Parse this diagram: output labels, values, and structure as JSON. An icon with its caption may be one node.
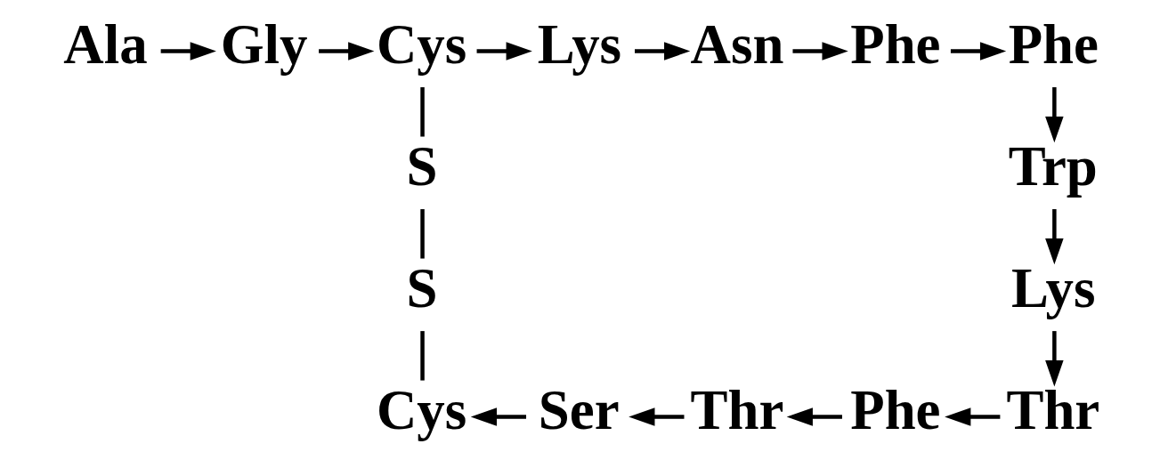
{
  "diagram": {
    "nodes": [
      {
        "text": [
          "Ala"
        ]
      },
      {
        "text": [
          "Gly"
        ]
      },
      {
        "text": [
          "Cys"
        ]
      },
      {
        "text": [
          "Lys"
        ]
      },
      {
        "text": [
          "Asn"
        ]
      },
      {
        "text": [
          "Phe"
        ]
      },
      {
        "text": [
          "Phe"
        ]
      },
      {
        "text": [
          "S"
        ]
      },
      {
        "text": [
          "Trp"
        ]
      },
      {
        "text": [
          "S"
        ]
      },
      {
        "text": [
          "Lys"
        ]
      },
      {
        "text": [
          "Cys"
        ]
      },
      {
        "text": [
          "Ser"
        ]
      },
      {
        "text": [
          "Thr"
        ]
      },
      {
        "text": [
          "Phe"
        ]
      },
      {
        "text": [
          "Thr"
        ]
      }
    ],
    "edges": [
      {
        "from": 0,
        "to": 1,
        "arrow": "to"
      },
      {
        "from": 1,
        "to": 2,
        "arrow": "to"
      },
      {
        "from": 2,
        "to": 3,
        "arrow": "to"
      },
      {
        "from": 3,
        "to": 4,
        "arrow": "to"
      },
      {
        "from": 4,
        "to": 5,
        "arrow": "to"
      },
      {
        "from": 5,
        "to": 6,
        "arrow": "to"
      },
      {
        "from": 6,
        "to": 8,
        "arrow": "to"
      },
      {
        "from": 8,
        "to": 10,
        "arrow": "to"
      },
      {
        "from": 10,
        "to": 15,
        "arrow": "to"
      },
      {
        "from": 15,
        "to": 14,
        "arrow": "to"
      },
      {
        "from": 14,
        "to": 13,
        "arrow": "to"
      },
      {
        "from": 13,
        "to": 12,
        "arrow": "to"
      },
      {
        "from": 12,
        "to": 11,
        "arrow": "to"
      },
      {
        "from": 2,
        "to": 7,
        "arrow": "none"
      },
      {
        "from": 7,
        "to": 9,
        "arrow": "none"
      },
      {
        "from": 9,
        "to": 11,
        "arrow": "none"
      }
    ]
  }
}
